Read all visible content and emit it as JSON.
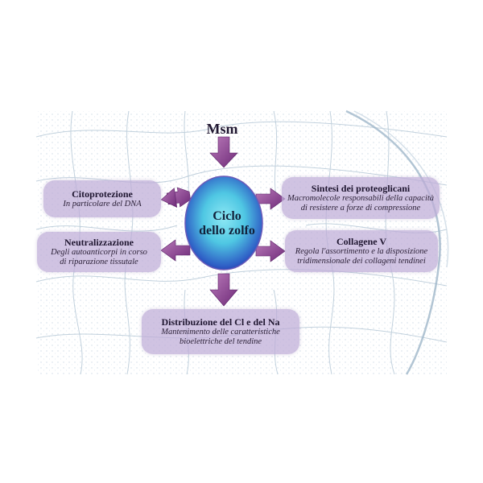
{
  "diagram": {
    "source_label": "Msm",
    "center_label_line1": "Ciclo",
    "center_label_line2": "dello zolfo",
    "left_top": {
      "title": "Citoprotezione",
      "subtitle_line1": "In particolare del DNA"
    },
    "left_bottom": {
      "title": "Neutralizzazione",
      "subtitle_line1": "Degli autoanticorpi in corso",
      "subtitle_line2": "di riparazione tissutale"
    },
    "right_top": {
      "title": "Sintesi dei proteoglicani",
      "subtitle_line1": "Macromolecole responsabili della capacità",
      "subtitle_line2": "di resistere a forze di compressione"
    },
    "right_bottom": {
      "title": "Collagene V",
      "subtitle_line1": "Regola l'assortimento e la disposizione",
      "subtitle_line2": "tridimensionale dei collageni tendinei"
    },
    "bottom": {
      "title": "Distribuzione del Cl e del Na",
      "subtitle_line1": "Mantenimento delle caratteristiche",
      "subtitle_line2": "bioelettriche del tendine"
    },
    "colors": {
      "box_fill": "#bfaed8",
      "arrow": "#8a3f8a",
      "ellipse_center": "#5ad0e6",
      "ellipse_edge": "#2a3bb0",
      "background_texture": "#dfe9f0"
    }
  }
}
